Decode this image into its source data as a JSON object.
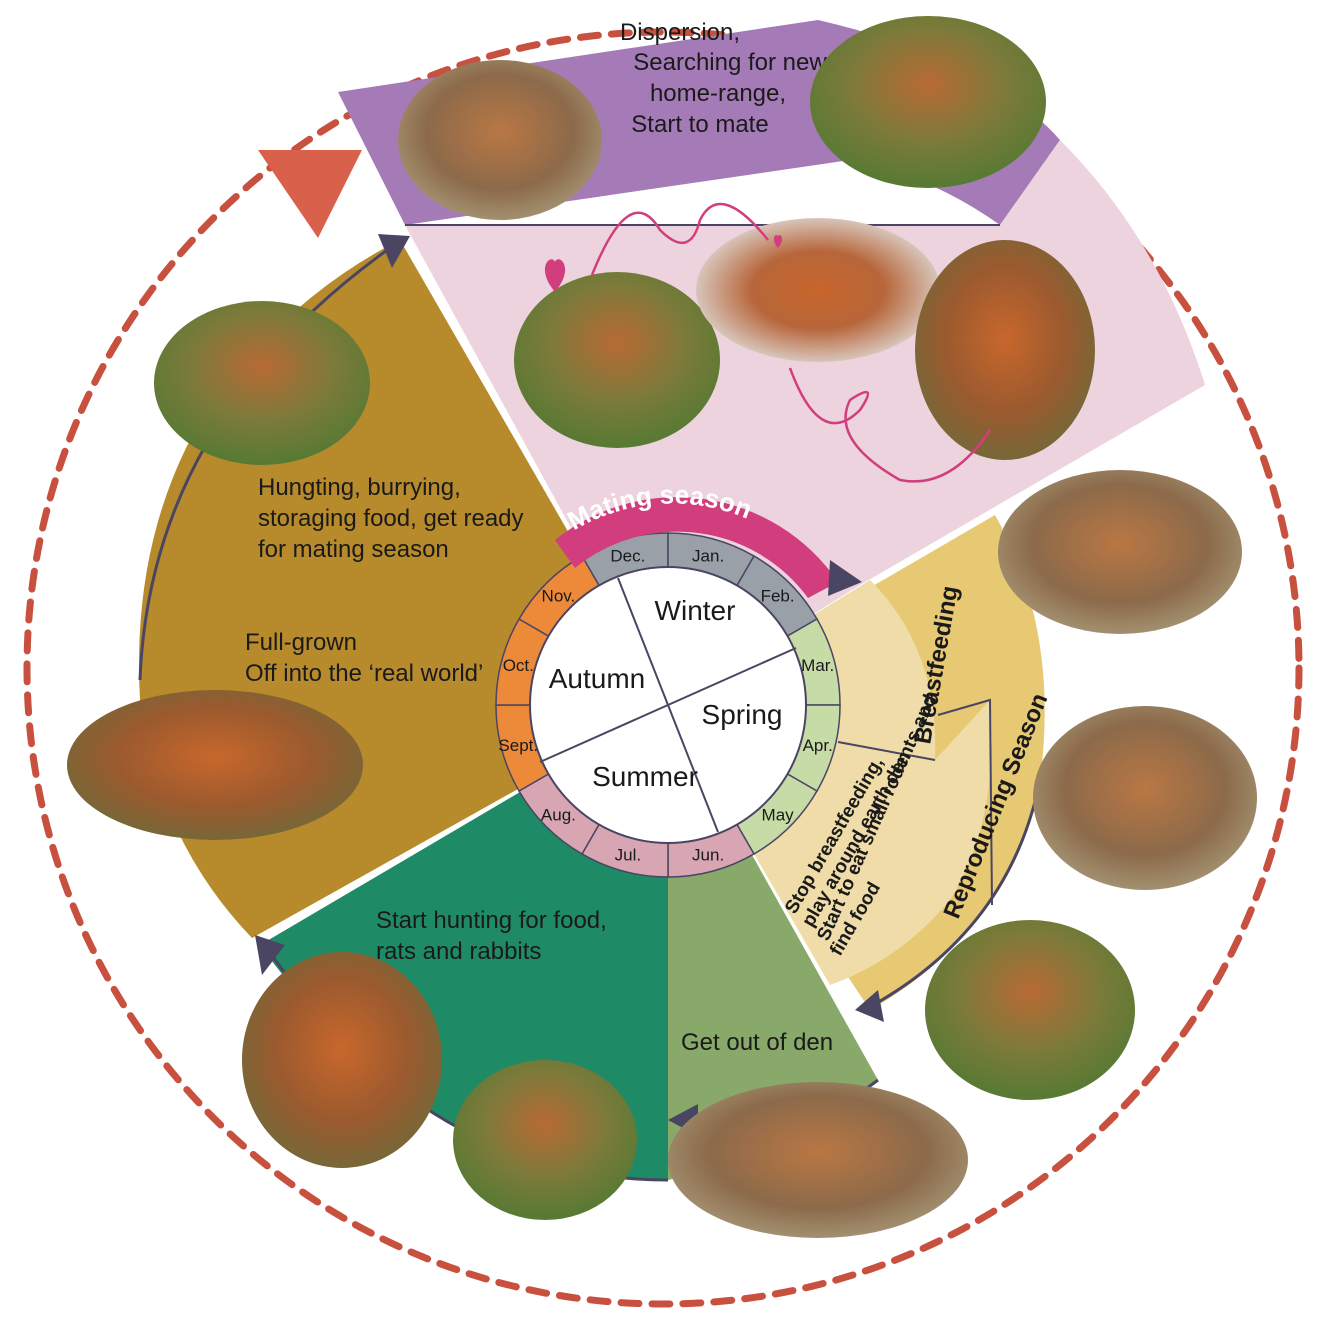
{
  "colors": {
    "dashed_ring": "#c8503f",
    "top_arrow": "#d9614b",
    "dispersion_band": "#a57bb7",
    "mating_panel": "#ecd3de",
    "reproducing_band": "#e7c873",
    "breastfeeding_panel": "#efdca8",
    "get_out_panel": "#88a96a",
    "hunting_panel": "#1f8a66",
    "autumn_panel": "#b78a2c",
    "mating_arc": "#d23d7e",
    "month_winter": "#9aa0a8",
    "month_spring": "#c6dba5",
    "month_summer": "#d8a6b3",
    "month_autumn": "#ec8a3a",
    "arrow_dark": "#4a4563",
    "heart": "#d23d7e"
  },
  "seasons": {
    "winter": "Winter",
    "spring": "Spring",
    "summer": "Summer",
    "autumn": "Autumn"
  },
  "months": [
    {
      "label": "Dec."
    },
    {
      "label": "Jan."
    },
    {
      "label": "Feb."
    },
    {
      "label": "Mar."
    },
    {
      "label": "Apr."
    },
    {
      "label": "May"
    },
    {
      "label": "Jun."
    },
    {
      "label": "Jul."
    },
    {
      "label": "Aug."
    },
    {
      "label": "Sept."
    },
    {
      "label": "Oct."
    },
    {
      "label": "Nov."
    }
  ],
  "mating_season_label": "Mating season",
  "reproducing_season_label": "Reproducing Season",
  "breastfeeding_label": "Breastfeeding",
  "stop_breastfeeding": {
    "line1": "Stop breastfeeding,",
    "line2": "play around earth den",
    "line3": "Start to eat small rodents and",
    "line4": "find food"
  },
  "dispersion_text": {
    "line1": "Dispersion,",
    "line2": "Searching for new",
    "line3": "home-range,",
    "line4": "Start to mate"
  },
  "autumn_text": {
    "line1": "Hungting, burrying,",
    "line2": "storaging food, get ready",
    "line3": "for mating season"
  },
  "full_grown_text": {
    "line1": "Full-grown",
    "line2": "Off into the ‘real world’"
  },
  "hunting_text": {
    "line1": "Start hunting for food,",
    "line2": "rats and rabbits"
  },
  "get_out_text": "Get out of den",
  "photos": [
    "fox-at-den-photo",
    "foxes-mating-photo",
    "foxes-kissing-photo",
    "foxes-walking-photo",
    "fox-yawning-photo",
    "fox-digging-photo",
    "fox-with-bird-photo",
    "vixen-nursing-photo",
    "three-kits-photo",
    "fox-eating-photo",
    "fox-with-prey-on-deck-photo",
    "fox-with-fish-photo",
    "fox-family-photo"
  ]
}
